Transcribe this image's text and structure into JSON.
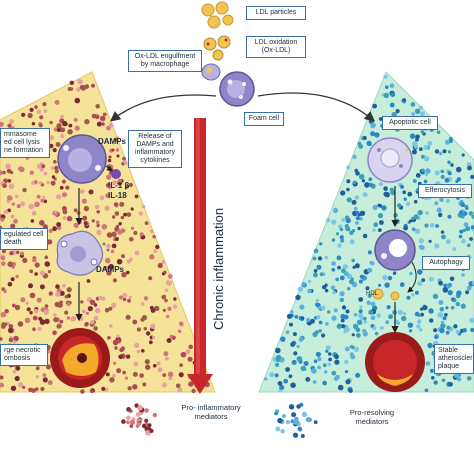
{
  "top": {
    "ldl_particles": "LDL particles",
    "ldl_oxidation": "LDL oxidation\n(Ox-LDL)",
    "engulfment": "Ox-LDL engulfment\nby macrophage",
    "foam_cell": "Foam cell"
  },
  "center": {
    "axis_label": "Chronic inflammation"
  },
  "left": {
    "inflammasome": "mmasome\ned cell lysis\nne formation",
    "release": "Release of\nDAMPs and\ninflammatory\ncytokines",
    "damps_top": "DAMPs",
    "il1b": "IL-1 β",
    "il18": "IL-18",
    "regulated_death": "egulated cell\ndeath",
    "damps_mid": "DAMPs",
    "necrotic": "rge necrotic\nombosis"
  },
  "right": {
    "apoptotic_cell": "Apoptotic cell",
    "efferocytosis": "Efferocytosis",
    "autophagy": "Autophagy",
    "hdl": "HDL",
    "stable_plaque": "Stable\natheroscler\nplaque"
  },
  "legend": {
    "pro_inflammatory": "Pro-\ninflammatory\nmediators",
    "pro_resolving": "Pro-resolving\nmediators"
  },
  "colors": {
    "left_bg": "#f6e39a",
    "right_bg": "#c7eedb",
    "arrow_red": "#c8262a",
    "cell_purple": "#8f86c9",
    "label_border": "#3b6fa8"
  }
}
